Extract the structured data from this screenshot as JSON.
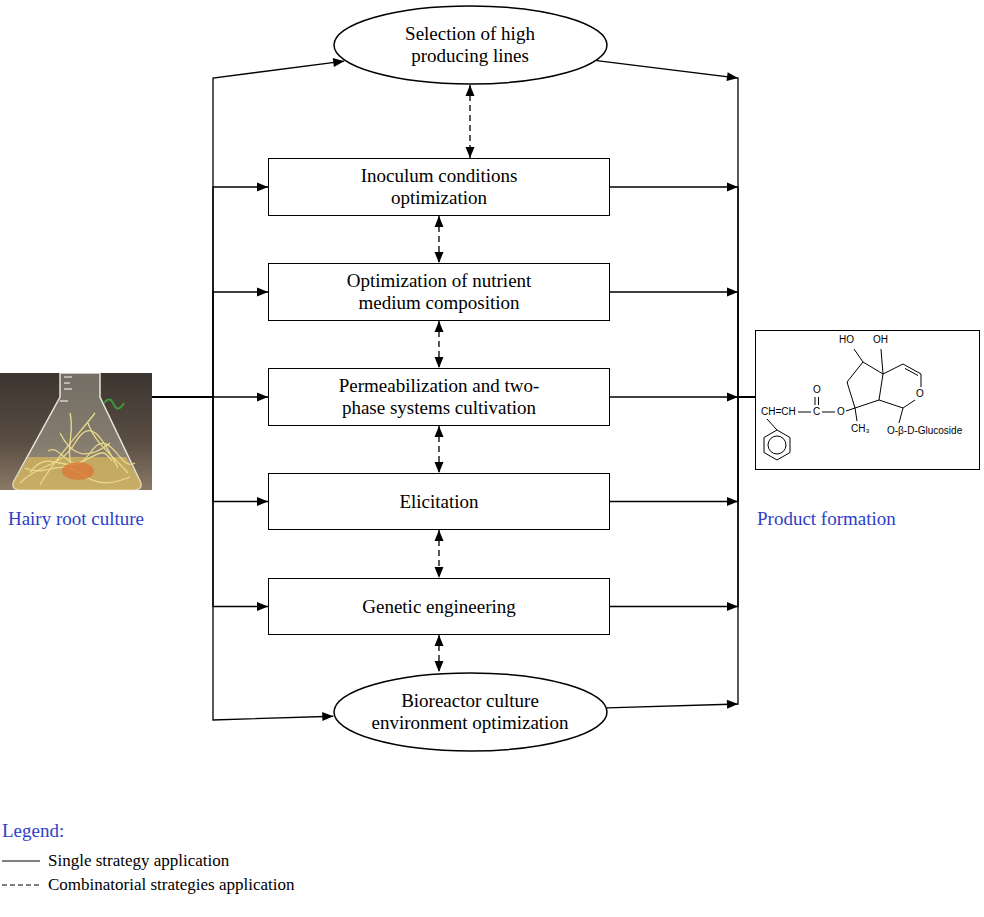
{
  "diagram": {
    "nodes": [
      {
        "text": [
          "Hairy root culture"
        ]
      },
      {
        "text": [
          "Selection of high producing lines"
        ]
      },
      {
        "text": [
          "Inoculum conditions optimization"
        ]
      },
      {
        "text": [
          "Optimization of nutrient medium composition"
        ]
      },
      {
        "text": [
          "Permeabilization and two-phase systems cultivation"
        ]
      },
      {
        "text": [
          "Elicitation"
        ]
      },
      {
        "text": [
          "Genetic engineering"
        ]
      },
      {
        "text": [
          "Bioreactor culture environment optimization"
        ]
      },
      {
        "text": [
          "Product formation"
        ]
      }
    ],
    "edges": [
      {
        "from": 0,
        "to": 1,
        "arrow": "to"
      },
      {
        "from": 0,
        "to": 2,
        "arrow": "to"
      },
      {
        "from": 0,
        "to": 3,
        "arrow": "to"
      },
      {
        "from": 0,
        "to": 4,
        "arrow": "to"
      },
      {
        "from": 0,
        "to": 5,
        "arrow": "to"
      },
      {
        "from": 0,
        "to": 6,
        "arrow": "to"
      },
      {
        "from": 0,
        "to": 7,
        "arrow": "to"
      },
      {
        "from": 1,
        "to": 8,
        "arrow": "to"
      },
      {
        "from": 2,
        "to": 8,
        "arrow": "to"
      },
      {
        "from": 3,
        "to": 8,
        "arrow": "to"
      },
      {
        "from": 4,
        "to": 8,
        "arrow": "to"
      },
      {
        "from": 5,
        "to": 8,
        "arrow": "to"
      },
      {
        "from": 6,
        "to": 8,
        "arrow": "to"
      },
      {
        "from": 7,
        "to": 8,
        "arrow": "to"
      },
      {
        "from": 1,
        "to": 2,
        "arrow": "both"
      },
      {
        "from": 2,
        "to": 3,
        "arrow": "both"
      },
      {
        "from": 3,
        "to": 4,
        "arrow": "both"
      },
      {
        "from": 4,
        "to": 5,
        "arrow": "both"
      },
      {
        "from": 5,
        "to": 6,
        "arrow": "both"
      },
      {
        "from": 6,
        "to": 7,
        "arrow": "both"
      }
    ],
    "labels": [
      "Legend:",
      "HO",
      "OH",
      "O",
      "CH=CH",
      "C",
      "O",
      "CH₃",
      "O",
      "O-β-D-Glucoside"
    ],
    "legend": [
      {
        "text": "Single strategy application"
      },
      {
        "text": "Combinatorial strategies application"
      }
    ]
  }
}
